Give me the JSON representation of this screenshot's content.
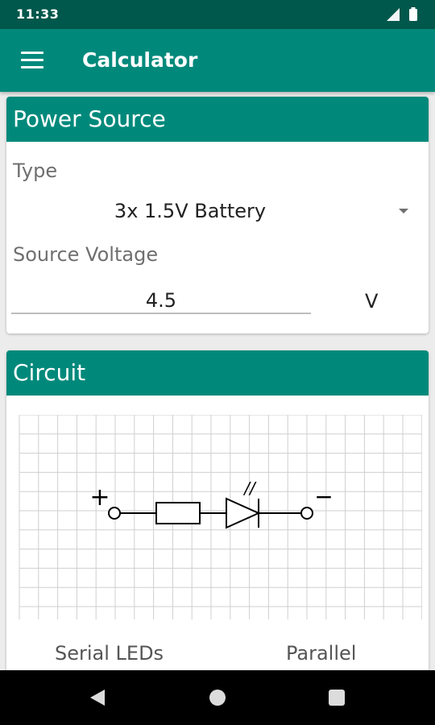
{
  "status_bar": {
    "time": "11:33"
  },
  "app_bar": {
    "title": "Calculator"
  },
  "power_source": {
    "header": "Power Source",
    "type_label": "Type",
    "type_value": "3x 1.5V Battery",
    "voltage_label": "Source Voltage",
    "voltage_value": "4.5",
    "voltage_unit": "V"
  },
  "circuit": {
    "header": "Circuit",
    "plus_symbol": "+",
    "minus_symbol": "−",
    "led_marks": "//",
    "options": [
      "Serial LEDs",
      "Parallel"
    ]
  },
  "icons": {
    "menu": "menu-icon",
    "dropdown": "dropdown-arrow-icon",
    "signal": "signal-icon",
    "battery": "battery-icon",
    "back": "back-icon",
    "home": "home-icon",
    "recents": "recents-icon"
  },
  "colors": {
    "status_bar": "#00574B",
    "primary": "#00897B",
    "nav_bar": "#000000"
  }
}
